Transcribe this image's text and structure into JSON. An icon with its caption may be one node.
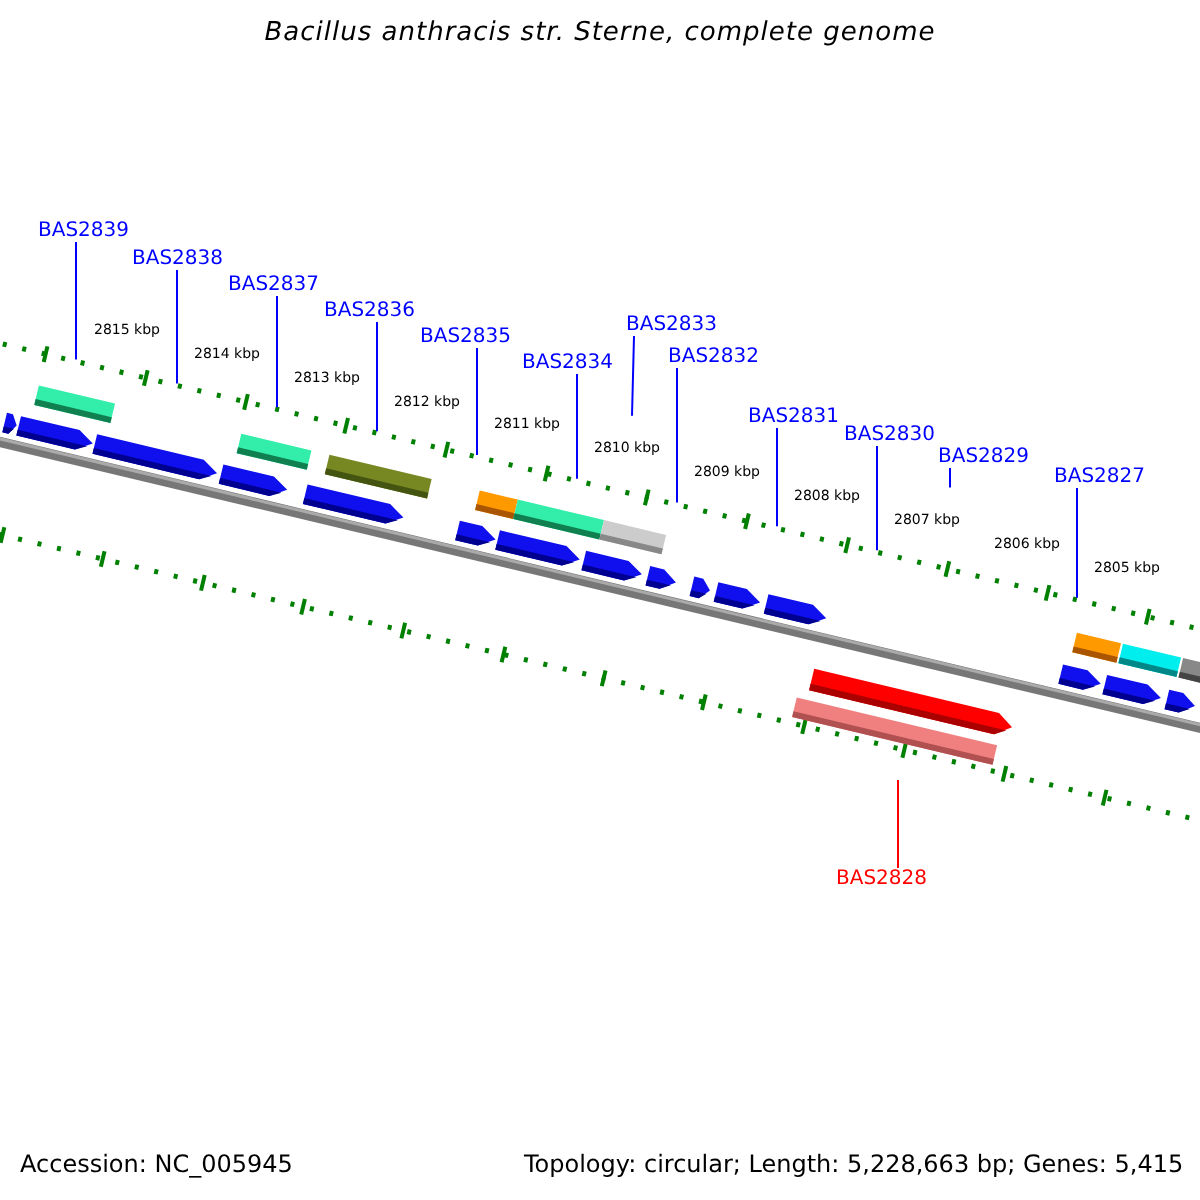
{
  "diagram": {
    "title": "Bacillus anthracis str. Sterne, complete genome",
    "nodes": [
      {
        "text": [
          "BAS2839"
        ]
      },
      {
        "text": [
          "BAS2838"
        ]
      },
      {
        "text": [
          "BAS2837"
        ]
      },
      {
        "text": [
          "BAS2836"
        ]
      },
      {
        "text": [
          "BAS2835"
        ]
      },
      {
        "text": [
          "BAS2834"
        ]
      },
      {
        "text": [
          "BAS2833"
        ]
      },
      {
        "text": [
          "BAS2832"
        ]
      },
      {
        "text": [
          "BAS2831"
        ]
      },
      {
        "text": [
          "BAS2830"
        ]
      },
      {
        "text": [
          "BAS2829"
        ]
      },
      {
        "text": [
          "BAS2827"
        ]
      },
      {
        "text": [
          "BAS2828"
        ]
      }
    ],
    "edges": [
      {
        "from": 0,
        "to": null,
        "arrow": "none"
      },
      {
        "from": 1,
        "to": null,
        "arrow": "none"
      },
      {
        "from": 2,
        "to": null,
        "arrow": "none"
      },
      {
        "from": 3,
        "to": null,
        "arrow": "none"
      },
      {
        "from": 4,
        "to": null,
        "arrow": "none"
      },
      {
        "from": 5,
        "to": null,
        "arrow": "none"
      },
      {
        "from": 6,
        "to": null,
        "arrow": "none"
      },
      {
        "from": 7,
        "to": null,
        "arrow": "none"
      },
      {
        "from": 8,
        "to": null,
        "arrow": "none"
      },
      {
        "from": 9,
        "to": null,
        "arrow": "none"
      },
      {
        "from": 10,
        "to": null,
        "arrow": "none"
      },
      {
        "from": 11,
        "to": null,
        "arrow": "none"
      },
      {
        "from": 12,
        "to": null,
        "arrow": "none",
        "color": "#ff0000"
      }
    ],
    "labels": [
      "2815 kbp",
      "2814 kbp",
      "2813 kbp",
      "2812 kbp",
      "2811 kbp",
      "2810 kbp",
      "2809 kbp",
      "2808 kbp",
      "2807 kbp",
      "2806 kbp",
      "2805 kbp",
      "Accession: NC_005945",
      "Topology: circular; Length: 5,228,663 bp; Genes: 5,415"
    ]
  }
}
